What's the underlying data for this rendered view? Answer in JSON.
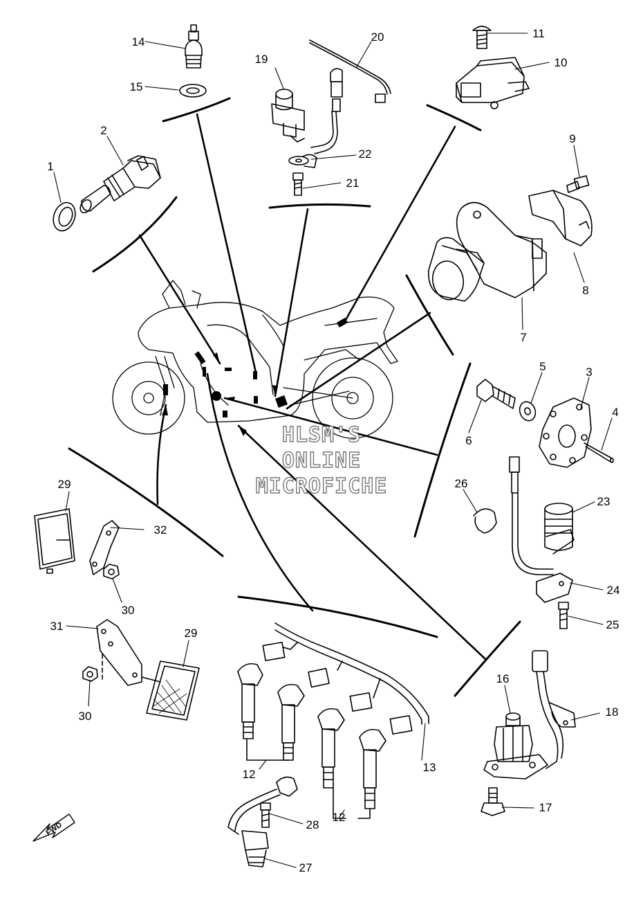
{
  "callouts": [
    {
      "id": "1",
      "label": "1"
    },
    {
      "id": "2",
      "label": "2"
    },
    {
      "id": "3",
      "label": "3"
    },
    {
      "id": "4",
      "label": "4"
    },
    {
      "id": "5",
      "label": "5"
    },
    {
      "id": "6",
      "label": "6"
    },
    {
      "id": "7",
      "label": "7"
    },
    {
      "id": "8",
      "label": "8"
    },
    {
      "id": "9",
      "label": "9"
    },
    {
      "id": "10",
      "label": "10"
    },
    {
      "id": "11",
      "label": "11"
    },
    {
      "id": "12a",
      "label": "12"
    },
    {
      "id": "12b",
      "label": "12"
    },
    {
      "id": "13",
      "label": "13"
    },
    {
      "id": "14",
      "label": "14"
    },
    {
      "id": "15",
      "label": "15"
    },
    {
      "id": "16",
      "label": "16"
    },
    {
      "id": "17",
      "label": "17"
    },
    {
      "id": "18",
      "label": "18"
    },
    {
      "id": "19",
      "label": "19"
    },
    {
      "id": "20",
      "label": "20"
    },
    {
      "id": "21",
      "label": "21"
    },
    {
      "id": "22",
      "label": "22"
    },
    {
      "id": "23",
      "label": "23"
    },
    {
      "id": "24",
      "label": "24"
    },
    {
      "id": "25",
      "label": "25"
    },
    {
      "id": "26",
      "label": "26"
    },
    {
      "id": "27",
      "label": "27"
    },
    {
      "id": "28",
      "label": "28"
    },
    {
      "id": "29a",
      "label": "29"
    },
    {
      "id": "29b",
      "label": "29"
    },
    {
      "id": "30a",
      "label": "30"
    },
    {
      "id": "30b",
      "label": "30"
    },
    {
      "id": "31",
      "label": "31"
    },
    {
      "id": "32",
      "label": "32"
    }
  ],
  "watermark": {
    "line1": "HLSM'S",
    "line2": "ONLINE",
    "line3": "MICROFICHE"
  },
  "direction_badge": "FWD"
}
